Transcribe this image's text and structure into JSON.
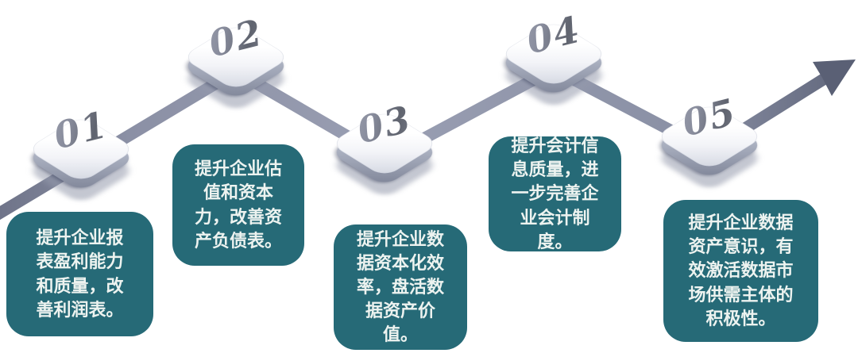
{
  "diagram": {
    "title": "",
    "type": "zigzag-process-timeline",
    "colors": {
      "box_background": "#266a77",
      "box_text": "#edf3f0",
      "line_light": "#999eb2",
      "line_dark": "#5d6378",
      "platform_top": "#ffffff",
      "number_metal": "#787c8c"
    },
    "arrow_direction": "bottom-left to top-right",
    "steps": [
      {
        "number": "01",
        "text": "提升企业报表盈利能力和质量，改善利润表。"
      },
      {
        "number": "02",
        "text": "提升企业估值和资本力，改善资产负债表。"
      },
      {
        "number": "03",
        "text": "提升企业数据资本化效率，盘活数据资产价值。"
      },
      {
        "number": "04",
        "text": "提升会计信息质量，进一步完善企业会计制度。"
      },
      {
        "number": "05",
        "text": "提升企业数据资产意识，有效激活数据市场供需主体的积极性。"
      }
    ]
  }
}
